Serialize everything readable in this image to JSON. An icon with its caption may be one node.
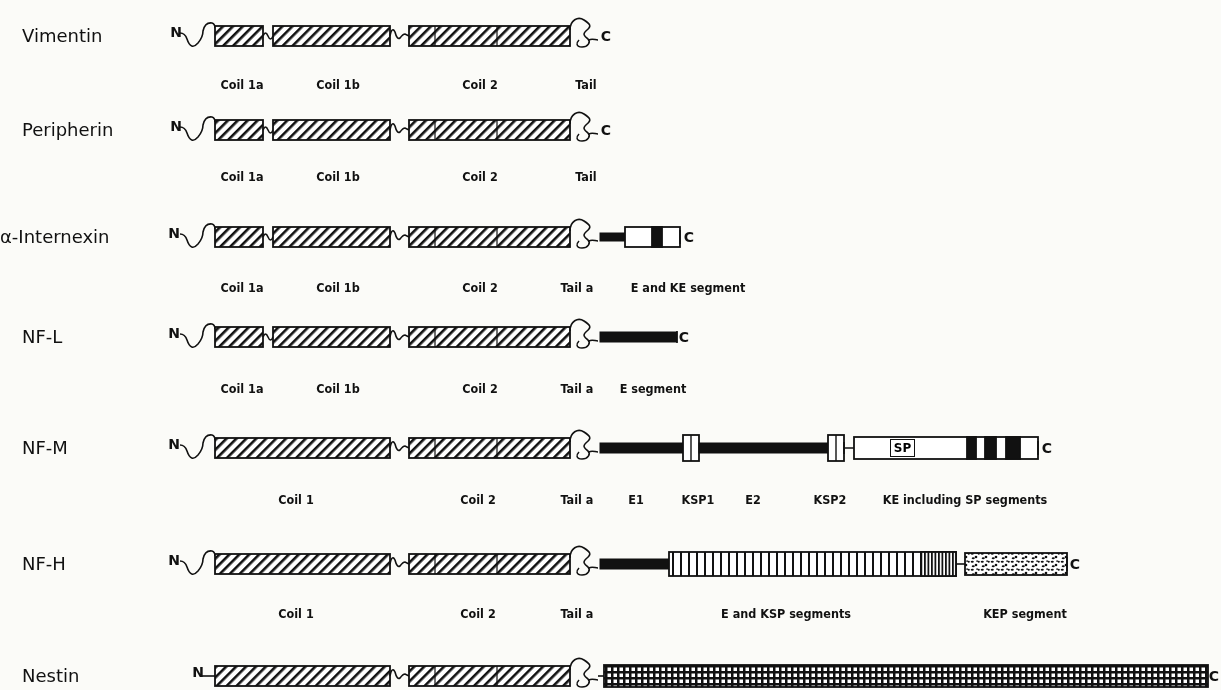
{
  "diagram": {
    "nodes": [
      {
        "text": [
          "SP"
        ]
      }
    ],
    "labels": [
      "Vimentin",
      "N",
      "C",
      "Coil 1a",
      "Coil 1b",
      "Coil 2",
      "Tail",
      "Peripherin",
      "N",
      "C",
      "Coil 1a",
      "Coil 1b",
      "Coil 2",
      "Tail",
      "α-Internexin",
      "N",
      "C",
      "Coil 1a",
      "Coil 1b",
      "Coil 2",
      "Tail a",
      "E and KE segment",
      "NF-L",
      "N",
      "C",
      "Coil 1a",
      "Coil 1b",
      "Coil 2",
      "Tail a",
      "E segment",
      "NF-M",
      "N",
      "C",
      "Coil 1",
      "Coil 2",
      "Tail a",
      "E1",
      "KSP1",
      "E2",
      "KSP2",
      "KE including SP segments",
      "NF-H",
      "N",
      "C",
      "Coil 1",
      "Coil 2",
      "Tail a",
      "E and KSP segments",
      "KEP segment",
      "Nestin",
      "N",
      "C"
    ]
  }
}
